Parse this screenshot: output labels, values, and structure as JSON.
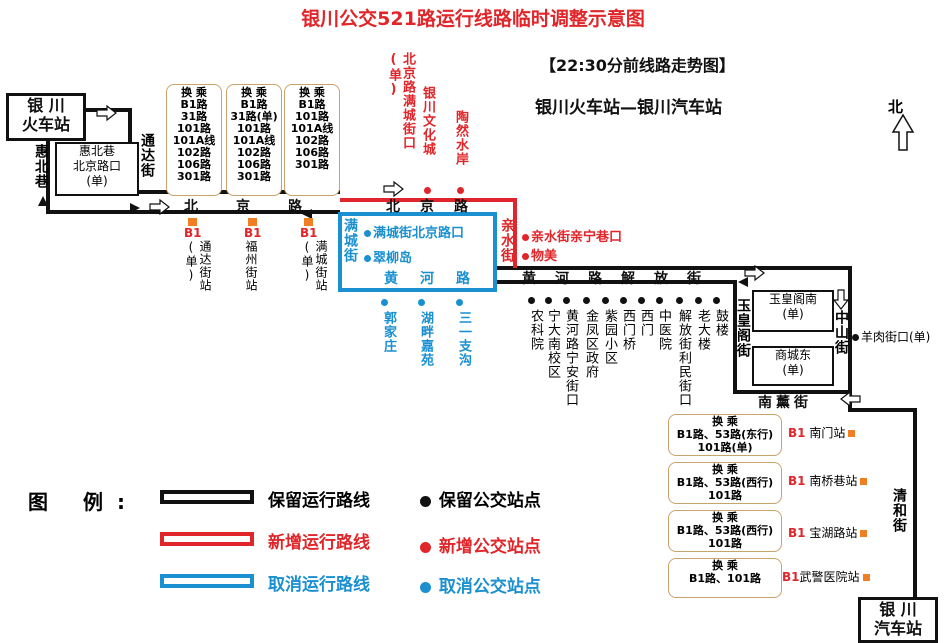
{
  "title": "银川公交521路运行线路临时调整示意图",
  "subtitle": "【22:30分前线路走势图】",
  "route": "银川火车站—银川汽车站",
  "north": "北",
  "colors": {
    "keep": "#111111",
    "new": "#e0262a",
    "cancel": "#1a90d0",
    "bus_stop_icon": "#ef7f22"
  },
  "terminals": {
    "start": "银 川\n火车站",
    "end": "银 川\n汽车站"
  },
  "loop_inner": {
    "huibei": "惠北巷\n北京路口\n(单)",
    "yuhuangge_nan": "玉皇阁南\n(单)",
    "shangcheng_dong": "商城东\n(单)"
  },
  "roads": {
    "huibei_xiang": "惠北巷",
    "tongda_jie": "通达街",
    "beijing_lu": "北京路",
    "beijing_lu_red": "北京路",
    "qinshui_jie": "亲水街",
    "mancheng_jie": "满城街",
    "huanghe_lu_blue": "黄河路",
    "huanghe_jiefang": "黄河路解放街",
    "yuhuangge": "玉皇阁街",
    "zhongshan": "中山街",
    "nanxun": "南薰街",
    "qinghe": "清和街"
  },
  "transfers": [
    {
      "title": "换 乘",
      "lines": [
        "B1路",
        "31路",
        "101路",
        "101A线",
        "102路",
        "106路",
        "301路"
      ]
    },
    {
      "title": "换 乘",
      "lines": [
        "B1路",
        "31路(单)",
        "101路",
        "101A线",
        "102路",
        "106路",
        "301路"
      ]
    },
    {
      "title": "换 乘",
      "lines": [
        "B1路",
        "101路",
        "101A线",
        "102路",
        "106路",
        "301路"
      ]
    }
  ],
  "brt": {
    "label": "B1",
    "stations": [
      "通达街站\n(单)",
      "福州街站",
      "满城街站\n(单)"
    ]
  },
  "new_stops_vertical": [
    "北京路满城街口\n(单)",
    "银川文化城",
    "陶然水岸"
  ],
  "new_stops_horizontal": [
    "亲水街亲宁巷口",
    "物美"
  ],
  "cancel_stops_inner": [
    "满城街北京路口",
    "翠柳岛"
  ],
  "cancel_stops_below": [
    "郭家庄",
    "湖畔嘉苑",
    "三一支沟"
  ],
  "keep_stops_below": [
    "农科院",
    "宁大南校区",
    "黄河路宁安街口",
    "金凤区政府",
    "紫园小区",
    "西门桥",
    "西门",
    "中医院",
    "解放街利民街口",
    "老大楼",
    "鼓楼"
  ],
  "keep_stop_right": "羊肉街口(单)",
  "south_transfers": [
    {
      "title": "换 乘",
      "lines": "B1路、53路(东行)\n101路(单)",
      "b1": "B1",
      "station": "南门站"
    },
    {
      "title": "换 乘",
      "lines": "B1路、53路(西行)\n101路",
      "b1": "B1",
      "station": "南桥巷站"
    },
    {
      "title": "换 乘",
      "lines": "B1路、53路(西行)\n101路",
      "b1": "B1",
      "station": "宝湖路站"
    },
    {
      "title": "换 乘",
      "lines": "B1路、101路",
      "b1": "B1",
      "station": "武警医院站"
    }
  ],
  "legend": {
    "title": "图 例:",
    "keep_line": "保留运行路线",
    "keep_stop": "保留公交站点",
    "new_line": "新增运行路线",
    "new_stop": "新增公交站点",
    "cancel_line": "取消运行路线",
    "cancel_stop": "取消公交站点"
  }
}
